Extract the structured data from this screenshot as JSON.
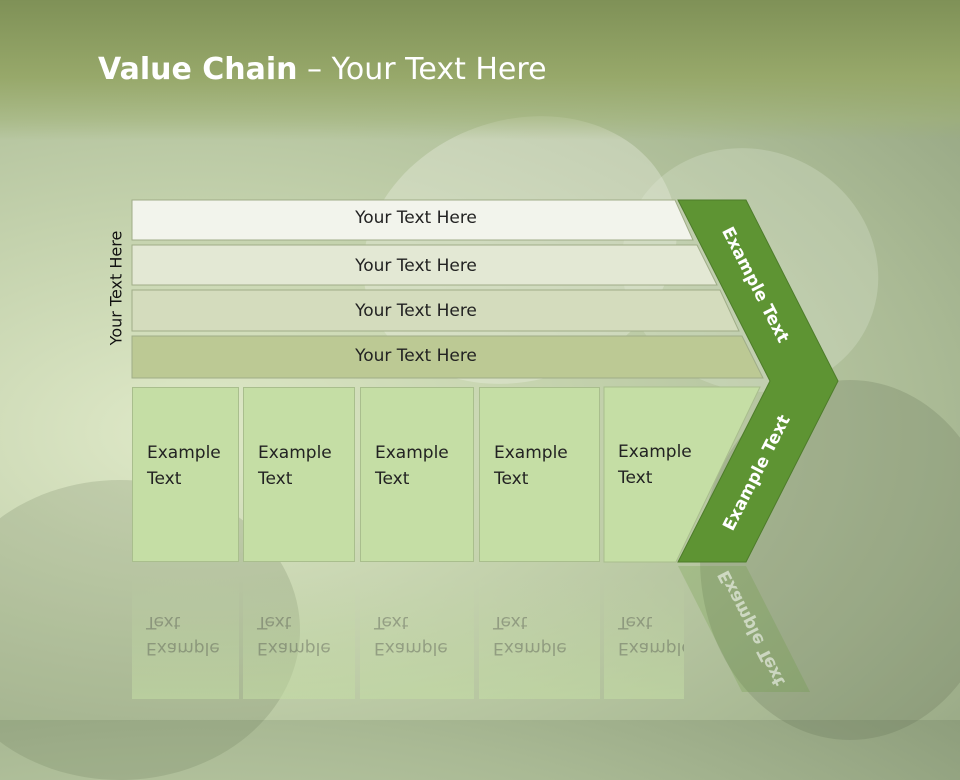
{
  "title": {
    "bold": "Value Chain",
    "rest": " – Your Text Here"
  },
  "side_label": "Your Text Here",
  "rows": [
    {
      "label": "Your Text Here"
    },
    {
      "label": "Your Text Here"
    },
    {
      "label": "Your Text Here"
    },
    {
      "label": "Your Text Here"
    }
  ],
  "columns": [
    {
      "line1": "Example",
      "line2": "Text"
    },
    {
      "line1": "Example",
      "line2": "Text"
    },
    {
      "line1": "Example",
      "line2": "Text"
    },
    {
      "line1": "Example",
      "line2": "Text"
    },
    {
      "line1": "Example",
      "line2": "Text"
    }
  ],
  "arrow": {
    "upper": "Example Text",
    "lower": "Example Text"
  },
  "colors": {
    "arrow": "#5e9433",
    "row_fills": [
      "#f2f4ec",
      "#e3e8d4",
      "#d4dcbd",
      "#bcc994"
    ],
    "column_fill": "#c5dea5"
  }
}
